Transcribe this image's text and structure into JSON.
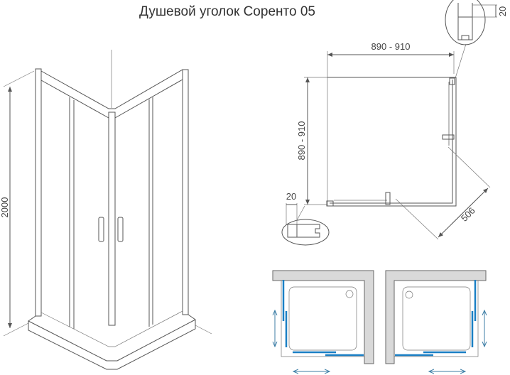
{
  "title": "Душевой уголок Соренто 05",
  "dimensions": {
    "height": "2000",
    "width": "890 - 910",
    "depth": "890 - 910",
    "profile_left": "20",
    "profile_top": "20",
    "diagonal": "506"
  },
  "colors": {
    "glass_door": "#1a7fc4",
    "wall": "#d9d9d9",
    "arrow": "#3d7ea6"
  }
}
